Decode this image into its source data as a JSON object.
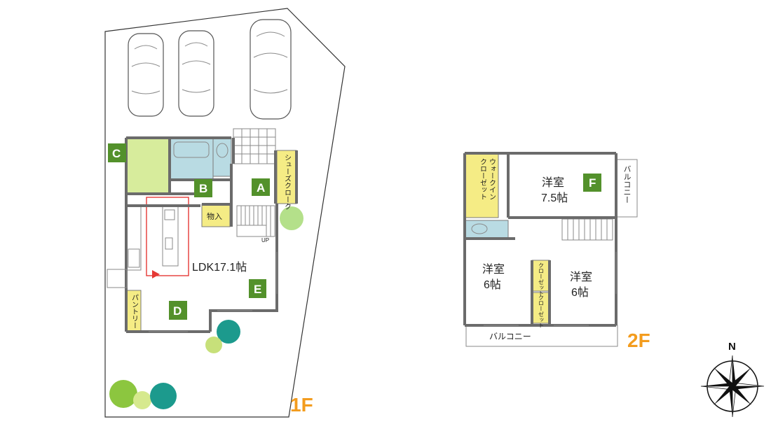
{
  "floors": {
    "first": {
      "label": "1F"
    },
    "second": {
      "label": "2F"
    }
  },
  "badges": {
    "A": "A",
    "B": "B",
    "C": "C",
    "D": "D",
    "E": "E",
    "F": "F"
  },
  "rooms_1f": {
    "ldk": "LDK17.1帖",
    "storage": "物入",
    "shoes_closet": "シューズクローク",
    "pantry": "パントリー",
    "up": "UP"
  },
  "rooms_2f": {
    "western_7_5_a": "洋室",
    "western_7_5_b": "7.5帖",
    "western_6_left_a": "洋室",
    "western_6_left_b": "6帖",
    "western_6_right_a": "洋室",
    "western_6_right_b": "6帖",
    "walkin_closet_1": "ウォークイン",
    "walkin_closet_2": "クローゼット",
    "closet_1": "クローゼット",
    "closet_2": "クローゼット",
    "balcony_side": "バルコニー",
    "balcony_bottom": "バルコニー"
  },
  "compass": {
    "north": "N"
  },
  "colors": {
    "badge": "#53912b",
    "yellow_room": "#f5ec85",
    "green_room": "#d7ec9c",
    "blue_room": "#b9dbe3",
    "floor_label": "#f39c1e",
    "kitchen_outline": "#e53935"
  }
}
